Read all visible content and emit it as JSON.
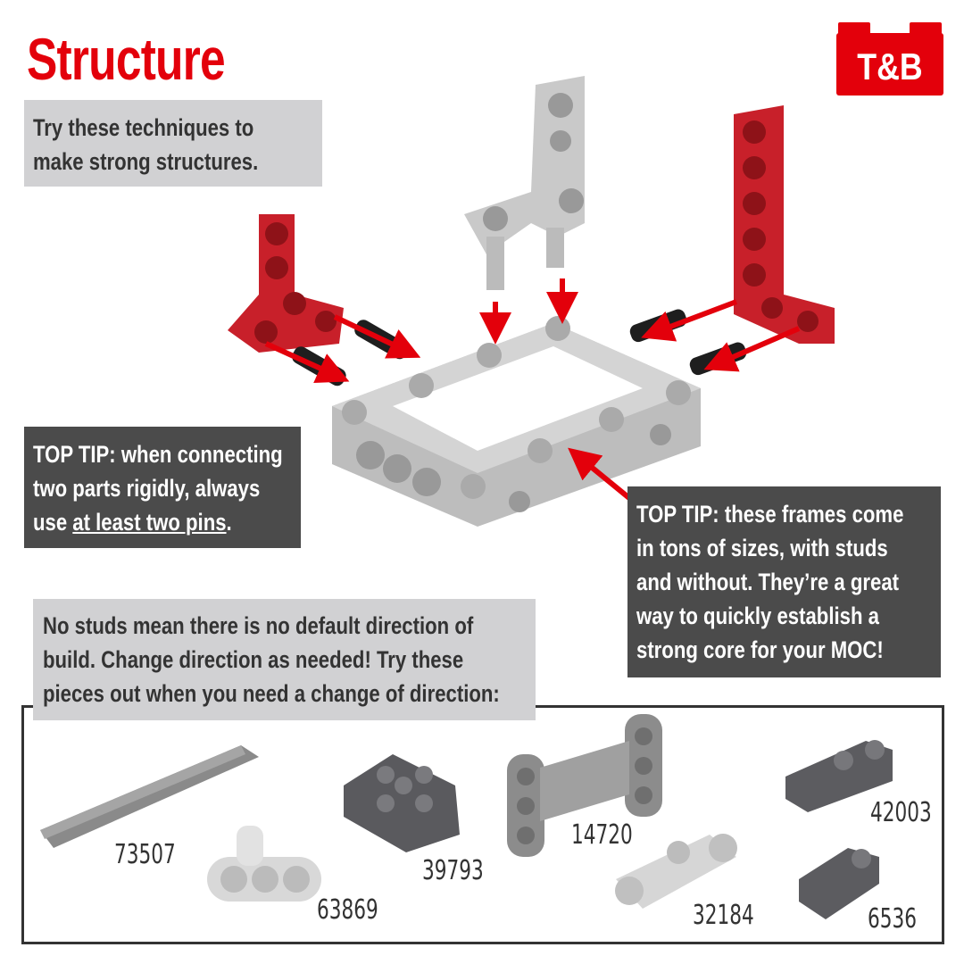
{
  "title": "Structure",
  "logo": {
    "text": "T&B",
    "color": "#e3000b"
  },
  "intro": {
    "lines": [
      "Try these techniques to",
      "make strong structures."
    ]
  },
  "tip1": {
    "lines": [
      "TOP TIP: when connecting",
      "two parts rigidly, always"
    ],
    "line3_prefix": "use ",
    "line3_underlined": "at least two pins",
    "line3_suffix": "."
  },
  "tip2": {
    "lines": [
      "TOP TIP: these frames come",
      "in tons of sizes, with studs",
      "and without. They’re a great",
      "way to quickly establish a",
      "strong core for your MOC!"
    ]
  },
  "direction": {
    "lines": [
      "No studs mean there is no default direction of",
      "build. Change direction as needed! Try these",
      "pieces out when you need a change of direction:"
    ]
  },
  "parts": [
    "73507",
    "63869",
    "39793",
    "14720",
    "32184",
    "42003",
    "6536"
  ],
  "colors": {
    "accent": "#e3000b",
    "dark_box": "#4b4b4b",
    "light_box": "#d1d1d3"
  }
}
